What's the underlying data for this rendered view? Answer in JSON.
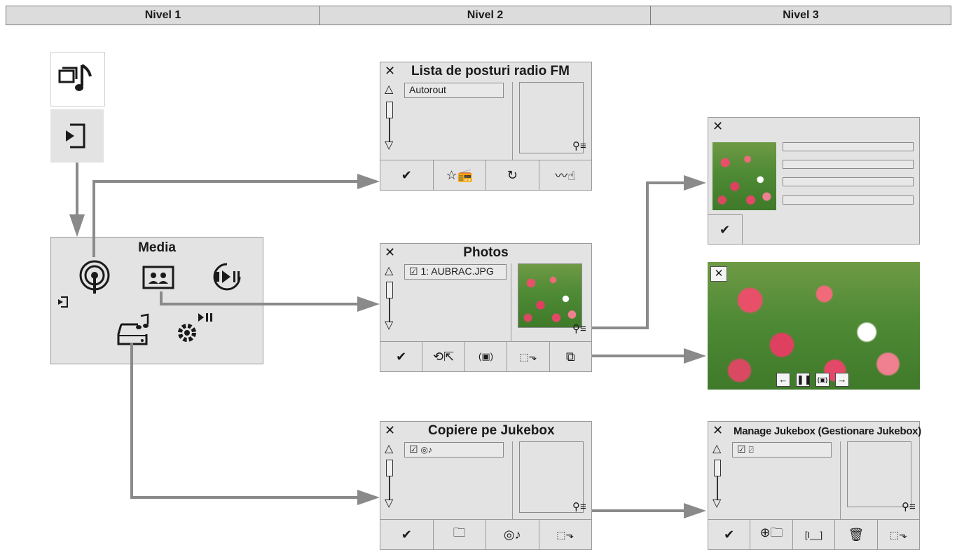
{
  "headers": {
    "level1": "Nivel 1",
    "level2": "Nivel 2",
    "level3": "Nivel 3"
  },
  "media_menu": {
    "title": "Media"
  },
  "radio_panel": {
    "title": "Lista de posturi radio FM",
    "item": "Autorout"
  },
  "photos_panel": {
    "title": "Photos",
    "item": "1: AUBRAC.JPG"
  },
  "copy_panel": {
    "title": "Copiere pe Jukebox"
  },
  "manage_panel": {
    "title": "Manage Jukebox (Gestionare Jukebox)"
  },
  "icons": {
    "close": "close-icon",
    "confirm": "checkmark-icon",
    "media": "media-icon",
    "source": "source-input-icon",
    "radio": "radio-icon",
    "photos": "photos-icon",
    "video": "video-play-icon",
    "jukebox": "jukebox-icon",
    "settings": "settings-icon",
    "trash": "trash-icon",
    "slideshow": "slideshow-icon"
  },
  "colors": {
    "panel_bg": "#e3e3e3",
    "header_bg": "#dcdcdc",
    "connector": "#8a8a8a"
  }
}
